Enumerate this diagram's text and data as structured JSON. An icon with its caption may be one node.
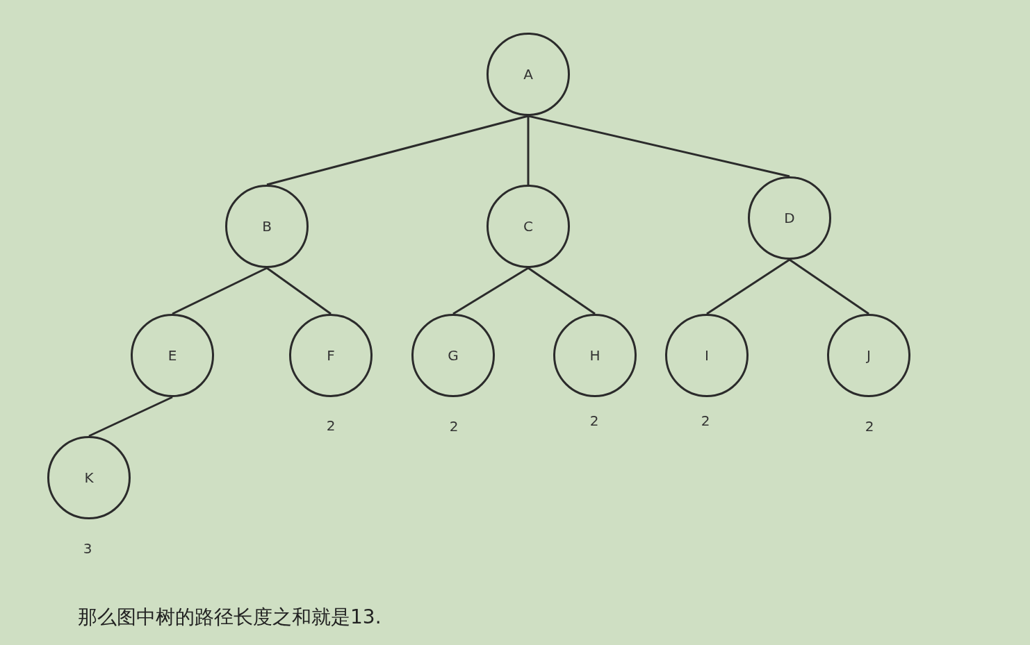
{
  "diagram": {
    "caption": "那么图中树的路径长度之和就是13.",
    "nodes": [
      {
        "text": [
          "A"
        ]
      },
      {
        "text": [
          "B"
        ]
      },
      {
        "text": [
          "C"
        ]
      },
      {
        "text": [
          "D"
        ]
      },
      {
        "text": [
          "E"
        ]
      },
      {
        "text": [
          "F"
        ],
        "beside": [
          "2"
        ]
      },
      {
        "text": [
          "G"
        ],
        "beside": [
          "2"
        ]
      },
      {
        "text": [
          "H"
        ],
        "beside": [
          "2"
        ]
      },
      {
        "text": [
          "I"
        ],
        "beside": [
          "2"
        ]
      },
      {
        "text": [
          "J"
        ],
        "beside": [
          "2"
        ]
      },
      {
        "text": [
          "K"
        ],
        "beside": [
          "3"
        ]
      }
    ],
    "edges": [
      {
        "from": 0,
        "to": 1,
        "arrow": "none"
      },
      {
        "from": 0,
        "to": 2,
        "arrow": "none"
      },
      {
        "from": 0,
        "to": 3,
        "arrow": "none"
      },
      {
        "from": 1,
        "to": 4,
        "arrow": "none"
      },
      {
        "from": 1,
        "to": 5,
        "arrow": "none"
      },
      {
        "from": 2,
        "to": 6,
        "arrow": "none"
      },
      {
        "from": 2,
        "to": 7,
        "arrow": "none"
      },
      {
        "from": 3,
        "to": 8,
        "arrow": "none"
      },
      {
        "from": 3,
        "to": 9,
        "arrow": "none"
      },
      {
        "from": 4,
        "to": 10,
        "arrow": "none"
      }
    ]
  }
}
